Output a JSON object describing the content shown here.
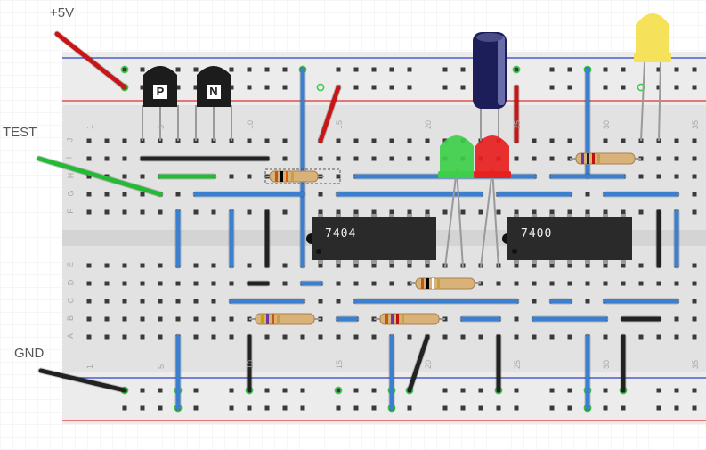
{
  "labels": {
    "vcc": "+5V",
    "test": "TEST",
    "gnd": "GND"
  },
  "chips": [
    {
      "part": "7404"
    },
    {
      "part": "7400"
    }
  ],
  "transistors": [
    {
      "type": "P"
    },
    {
      "type": "N"
    }
  ],
  "column_numbers": [
    "1",
    "5",
    "10",
    "15",
    "20",
    "25",
    "30",
    "35"
  ],
  "row_letters_top": [
    "J",
    "I",
    "H",
    "G",
    "F"
  ],
  "row_letters_bottom": [
    "E",
    "D",
    "C",
    "B",
    "A"
  ],
  "colors": {
    "wire_red": "#c81515",
    "wire_green": "#22bb33",
    "wire_black": "#222222",
    "wire_blue": "#3a7fd0",
    "led_green": "#3ecf4a",
    "led_red": "#e82020",
    "led_yellow": "#f5e25a",
    "capacitor": "#1c1e5a",
    "ic_body": "#2a2a2a",
    "rail_red": "#e03030",
    "rail_blue": "#3040c8"
  }
}
